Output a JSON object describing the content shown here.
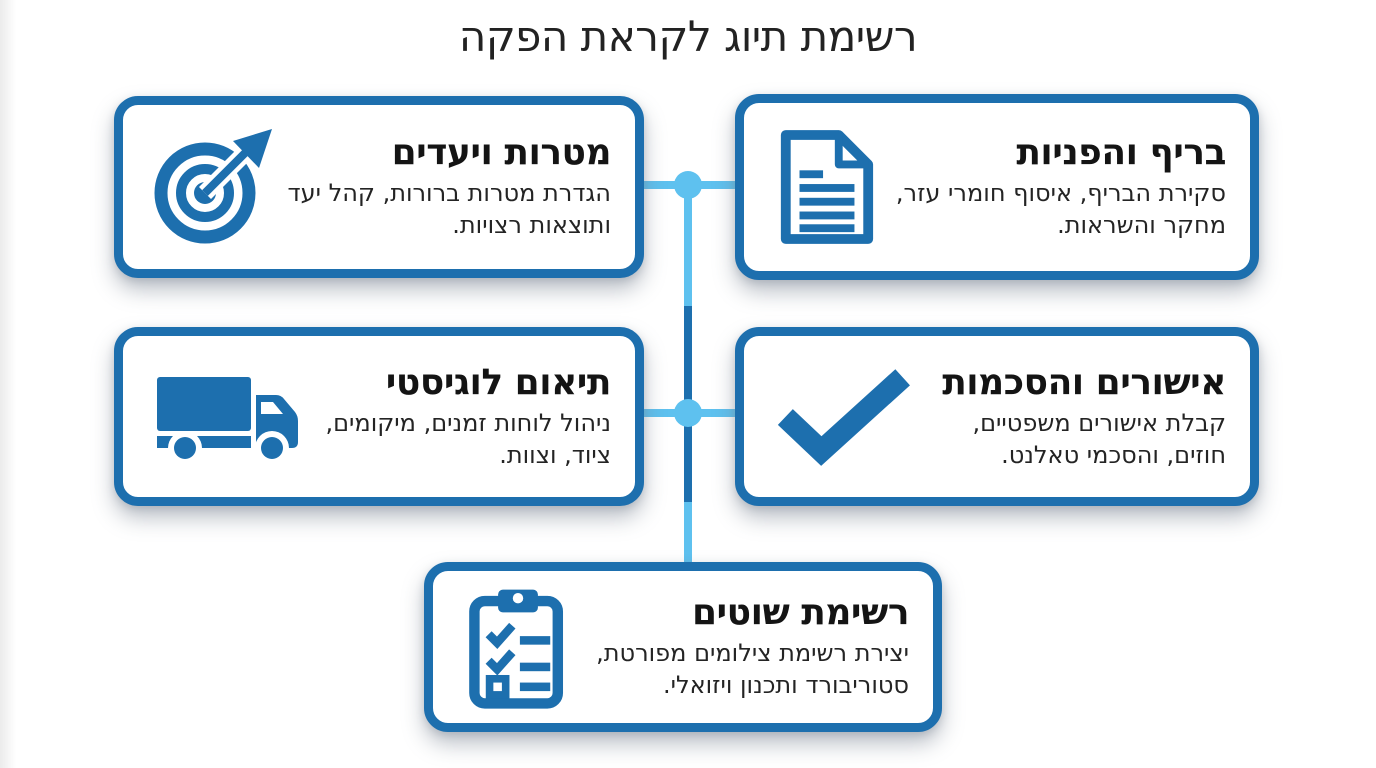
{
  "page": {
    "title": "רשימת תיוג לקראת הפקה"
  },
  "colors": {
    "primary_blue": "#1d6fae",
    "accent_light_blue": "#5ec1ef",
    "card_background": "#ffffff",
    "text_dark": "#1e1e1e"
  },
  "cards": [
    {
      "icon": "target-icon",
      "title": "מטרות ויעדים",
      "description": "הגדרת מטרות ברורות, קהל יעד ותוצאות רצויות."
    },
    {
      "icon": "document-icon",
      "title": "בריף והפניות",
      "description": "סקירת הבריף, איסוף חומרי עזר, מחקר והשראות."
    },
    {
      "icon": "truck-icon",
      "title": "תיאום לוגיסטי",
      "description": "ניהול לוחות זמנים, מיקומים, ציוד, וצוות."
    },
    {
      "icon": "checkmark-icon",
      "title": "אישורים והסכמות",
      "description": "קבלת אישורים משפטיים, חוזים, והסכמי טאלנט."
    },
    {
      "icon": "clipboard-icon",
      "title": "רשימת שוטים",
      "description": "יצירת רשימת צילומים מפורטת, סטוריבורד ותכנון ויזואלי."
    }
  ]
}
